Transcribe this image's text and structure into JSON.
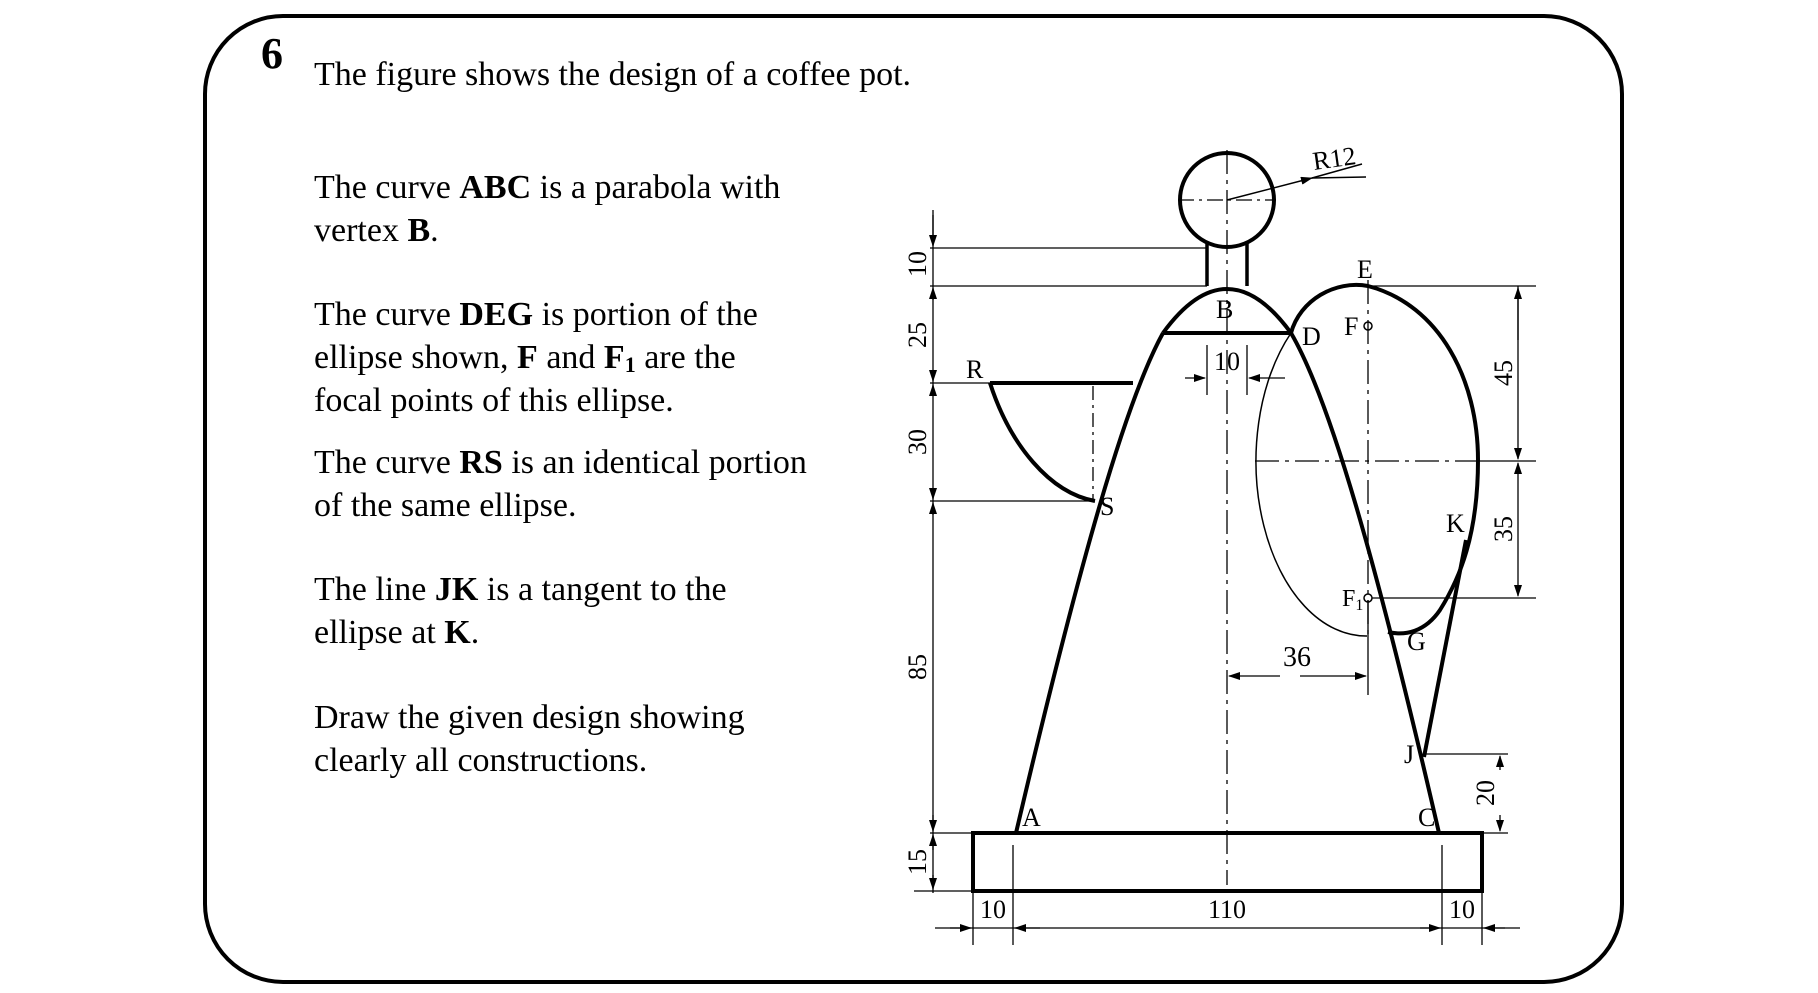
{
  "question": {
    "number": "6",
    "intro": "The figure shows the design of a coffee pot."
  },
  "instructions": {
    "p1": {
      "t1": "The curve ",
      "b1": "ABC",
      "t2": " is a parabola with",
      "t3": "vertex ",
      "b2": "B",
      "t4": "."
    },
    "p2": {
      "t1": "The curve ",
      "b1": "DEG",
      "t2": " is portion of the",
      "t3": "ellipse shown, ",
      "b2": "F",
      "t4": " and ",
      "b3": "F",
      "sub": "1",
      "t5": " are the",
      "t6": "focal points of this ellipse."
    },
    "p3": {
      "t1": "The curve ",
      "b1": "RS",
      "t2": " is an identical portion",
      "t3": "of the same ellipse."
    },
    "p4": {
      "t1": "The line ",
      "b1": "JK",
      "t2": " is a tangent to the",
      "t3": "ellipse at ",
      "b2": "K",
      "t4": "."
    },
    "p5": {
      "t1": "Draw the given design showing",
      "t2": "clearly all constructions."
    }
  },
  "drawing": {
    "points": {
      "A": "A",
      "B": "B",
      "C": "C",
      "D": "D",
      "E": "E",
      "F": "F",
      "F1": "F",
      "F1_sub": "1",
      "G": "G",
      "J": "J",
      "K": "K",
      "R": "R",
      "S": "S"
    },
    "dimensions": {
      "knob_radius": "R12",
      "left_10": "10",
      "left_25": "25",
      "left_30": "30",
      "left_85": "85",
      "left_15": "15",
      "right_45": "45",
      "right_35": "35",
      "right_20": "20",
      "bottom_10_left": "10",
      "bottom_110": "110",
      "bottom_10_right": "10",
      "top_width_10": "10",
      "focus_offset_36": "36"
    }
  }
}
